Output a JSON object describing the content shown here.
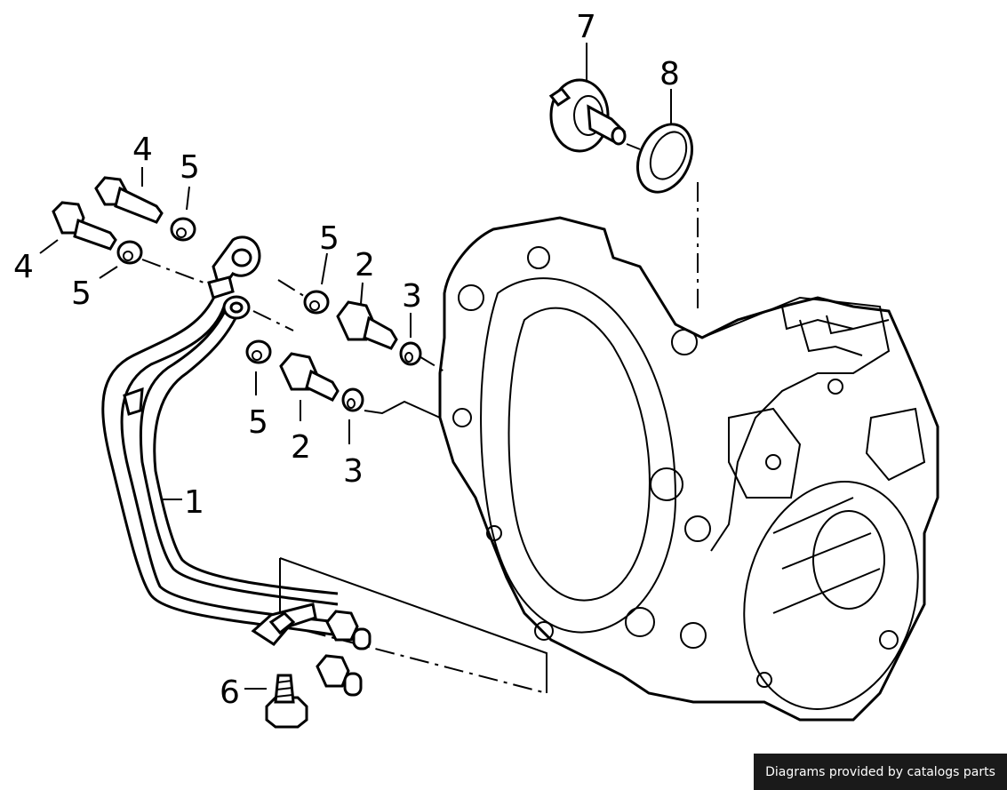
{
  "diagram": {
    "callouts": {
      "c1": "1",
      "c2a": "2",
      "c2b": "2",
      "c3a": "3",
      "c3b": "3",
      "c4a": "4",
      "c4b": "4",
      "c5a": "5",
      "c5b": "5",
      "c5c": "5",
      "c5d": "5",
      "c6": "6",
      "c7": "7",
      "c8": "8"
    }
  },
  "footer": {
    "credit": "Diagrams provided by catalogs parts"
  }
}
